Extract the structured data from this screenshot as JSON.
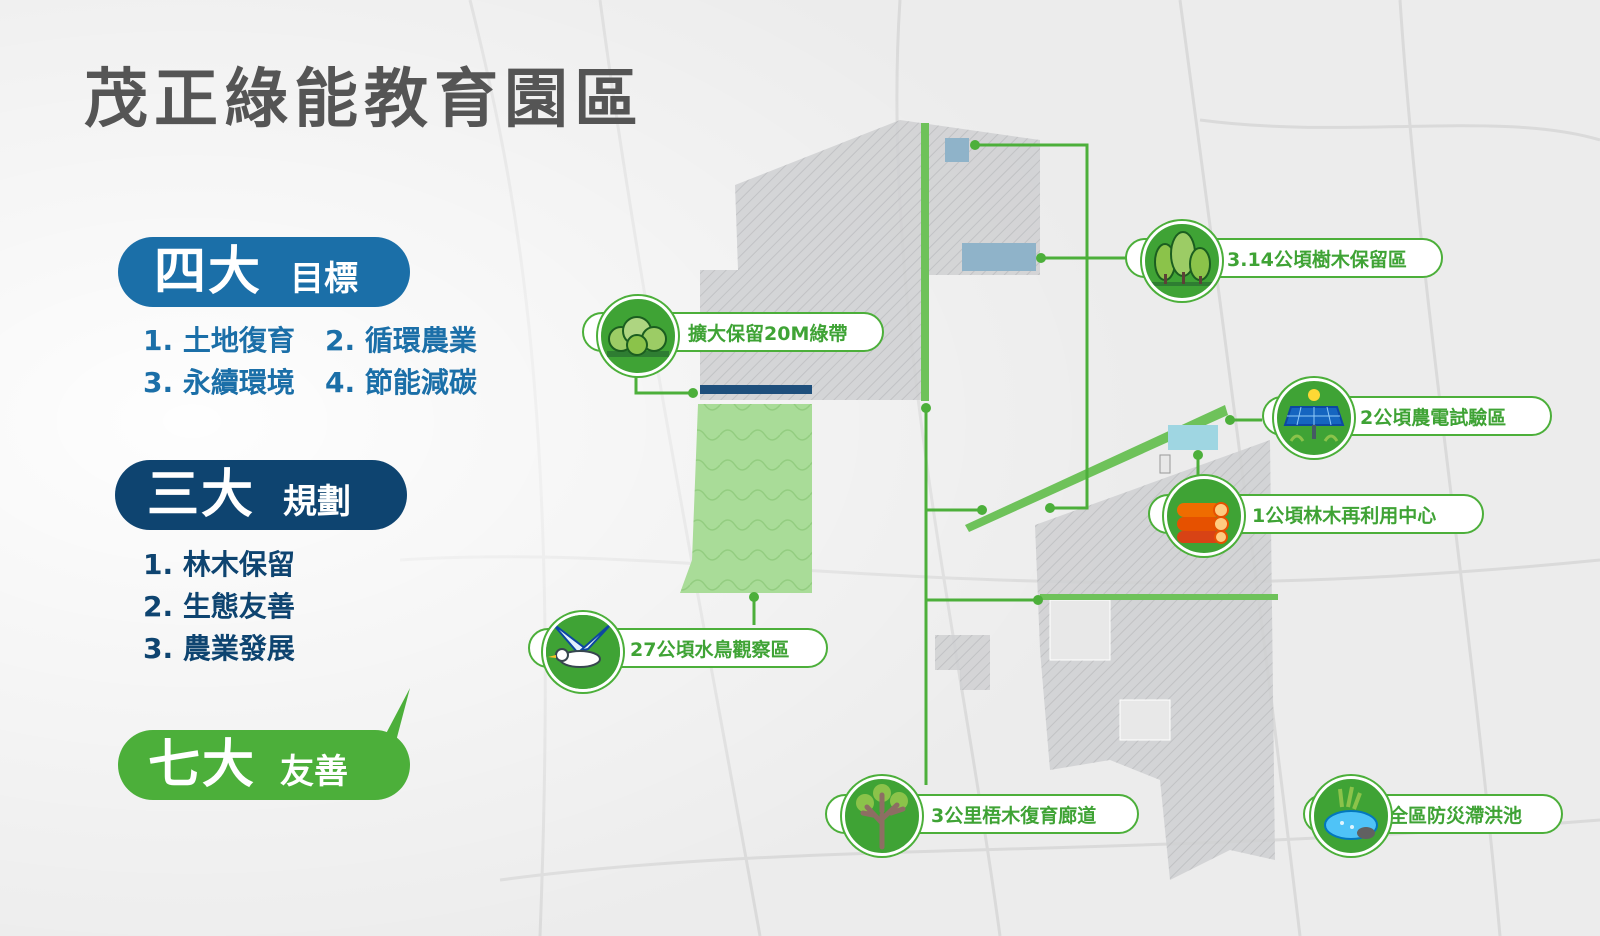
{
  "title": "茂正綠能教育園區",
  "goals": {
    "big": "四大",
    "small": "目標",
    "items": [
      "1. 土地復育",
      "2. 循環農業",
      "3. 永續環境",
      "4. 節能減碳"
    ]
  },
  "plans": {
    "big": "三大",
    "small": "規劃",
    "items": [
      "1. 林木保留",
      "2. 生態友善",
      "3. 農業發展"
    ]
  },
  "friendly": {
    "big": "七大",
    "small": "友善"
  },
  "callouts": {
    "tree_reserve": "3.14公頃樹木保留區",
    "green_belt": "擴大保留20M綠帶",
    "agri_solar": "2公頃農電試驗區",
    "wood_reuse": "1公頃林木再利用中心",
    "bird_watch": "27公頃水鳥觀察區",
    "corridor": "3公里梧木復育廊道",
    "detention": "全區防災滯洪池"
  },
  "icons": {
    "tree_reserve": "tree-grove-icon",
    "green_belt": "bush-icon",
    "agri_solar": "solar-panel-icon",
    "wood_reuse": "log-pile-icon",
    "bird_watch": "bird-icon",
    "corridor": "bare-tree-icon",
    "detention": "pond-icon"
  },
  "colors": {
    "green": "#4caf3a",
    "blue": "#1b6fa8",
    "navy": "#0e4470",
    "title": "#555555"
  }
}
